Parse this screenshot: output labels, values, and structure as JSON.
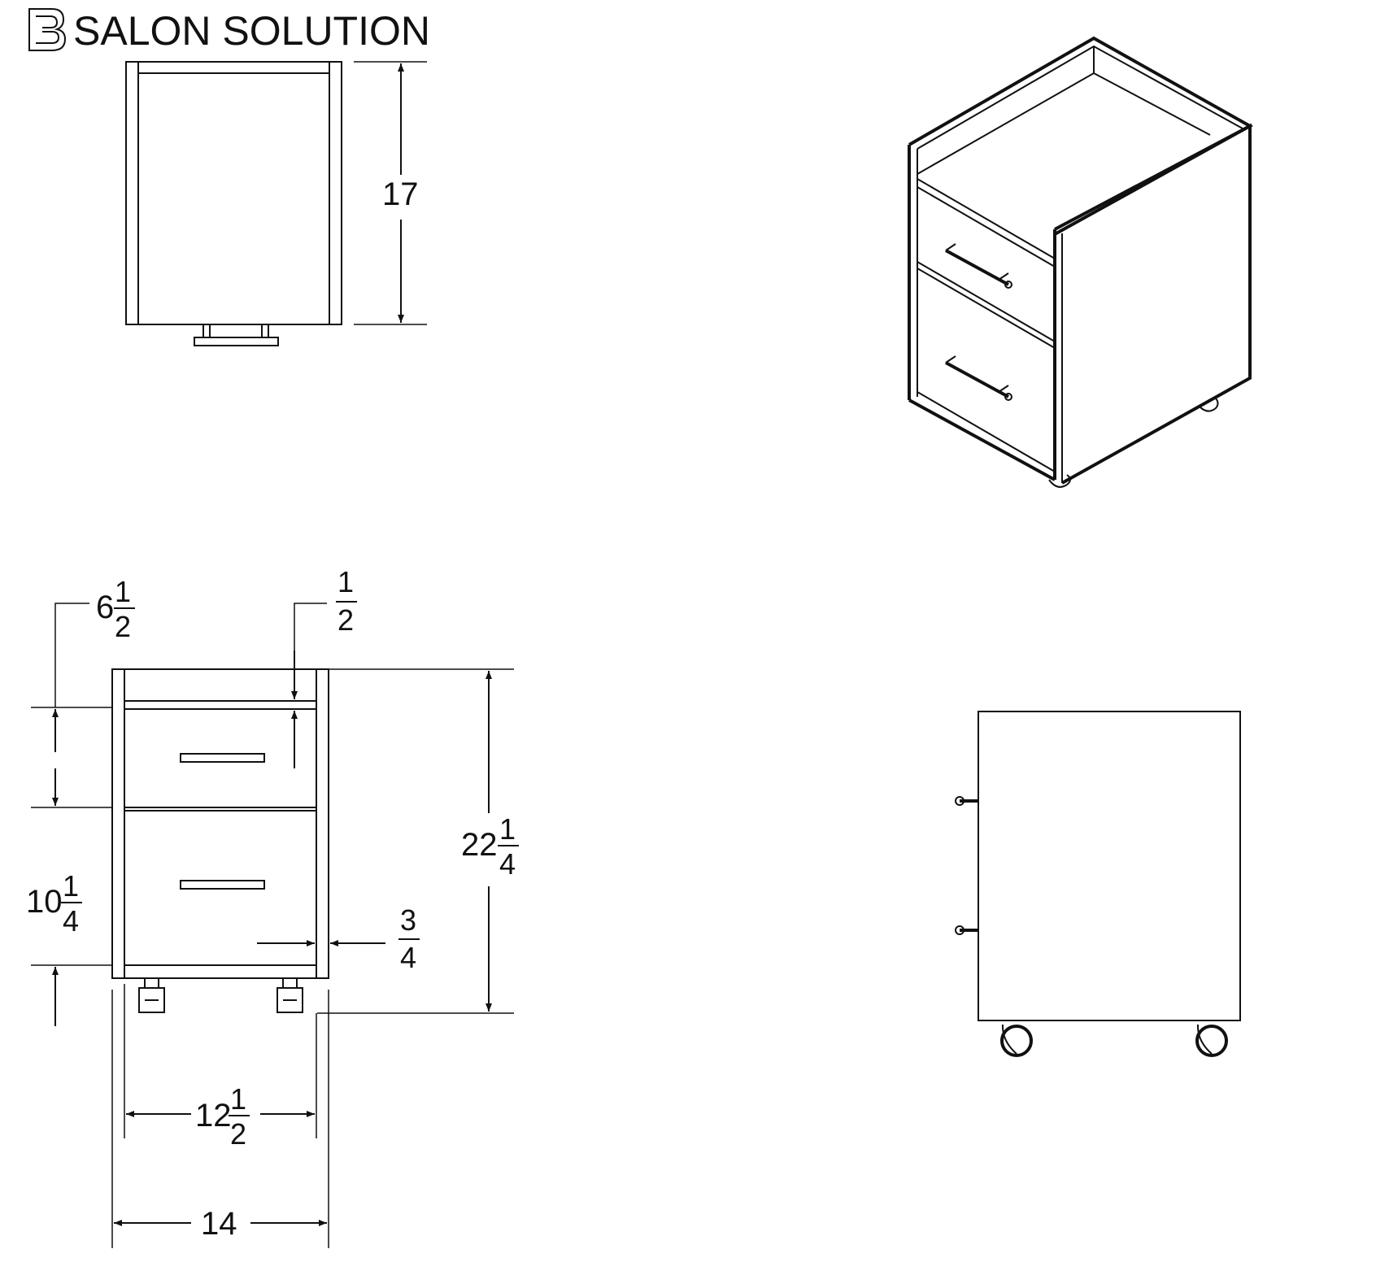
{
  "brand": {
    "name": "SALON SOLUTION"
  },
  "dimensions": {
    "top_depth": "17",
    "drawer_top_whole": "6",
    "drawer_top_num": "1",
    "drawer_top_den": "2",
    "panel_num": "1",
    "panel_den": "2",
    "height_whole": "22",
    "height_num": "1",
    "height_den": "4",
    "drawer_bottom_whole": "10",
    "drawer_bottom_num": "1",
    "drawer_bottom_den": "4",
    "side_num": "3",
    "side_den": "4",
    "inner_width_whole": "12",
    "inner_width_num": "1",
    "inner_width_den": "2",
    "outer_width": "14"
  },
  "colors": {
    "line": "#111111",
    "background": "#ffffff"
  }
}
